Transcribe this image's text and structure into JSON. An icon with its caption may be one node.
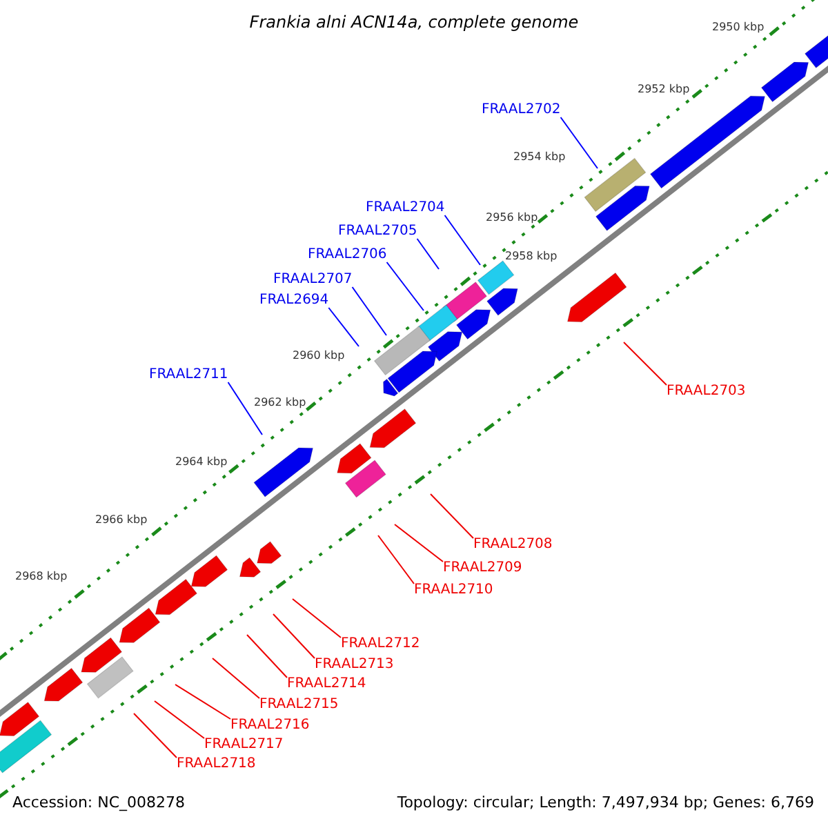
{
  "diagram": {
    "title": "Frankia alni ACN14a, complete genome",
    "nodes": [
      {
        "text": [
          "FRAAL2702"
        ]
      },
      {
        "text": [
          "FRAAL2704"
        ]
      },
      {
        "text": [
          "FRAAL2705"
        ]
      },
      {
        "text": [
          "FRAAL2706"
        ]
      },
      {
        "text": [
          "FRAAL2707"
        ]
      },
      {
        "text": [
          "FRAL2694"
        ]
      },
      {
        "text": [
          "FRAAL2711"
        ]
      },
      {
        "text": [
          "FRAAL2703"
        ]
      },
      {
        "text": [
          "FRAAL2708"
        ]
      },
      {
        "text": [
          "FRAAL2709"
        ]
      },
      {
        "text": [
          "FRAAL2710"
        ]
      },
      {
        "text": [
          "FRAAL2712"
        ]
      },
      {
        "text": [
          "FRAAL2713"
        ]
      },
      {
        "text": [
          "FRAAL2714"
        ]
      },
      {
        "text": [
          "FRAAL2715"
        ]
      },
      {
        "text": [
          "FRAAL2716"
        ]
      },
      {
        "text": [
          "FRAAL2717"
        ]
      },
      {
        "text": [
          "FRAAL2718"
        ]
      }
    ],
    "edges": [
      {
        "from": 0,
        "to": null,
        "arrow": "none",
        "color": "#0000ff"
      },
      {
        "from": 1,
        "to": null,
        "arrow": "none",
        "color": "#0000ff"
      },
      {
        "from": 2,
        "to": null,
        "arrow": "none",
        "color": "#0000ff"
      },
      {
        "from": 3,
        "to": null,
        "arrow": "none",
        "color": "#0000ff"
      },
      {
        "from": 4,
        "to": null,
        "arrow": "none",
        "color": "#0000ff"
      },
      {
        "from": 5,
        "to": null,
        "arrow": "none",
        "color": "#0000ff"
      },
      {
        "from": 6,
        "to": null,
        "arrow": "none",
        "color": "#0000ff"
      },
      {
        "from": 7,
        "to": null,
        "arrow": "none"
      },
      {
        "from": 8,
        "to": null,
        "arrow": "none"
      },
      {
        "from": 9,
        "to": null,
        "arrow": "none"
      },
      {
        "from": 10,
        "to": null,
        "arrow": "none"
      },
      {
        "from": 11,
        "to": null,
        "arrow": "none"
      },
      {
        "from": 12,
        "to": null,
        "arrow": "none"
      },
      {
        "from": 13,
        "to": null,
        "arrow": "none"
      },
      {
        "from": 14,
        "to": null,
        "arrow": "none"
      },
      {
        "from": 15,
        "to": null,
        "arrow": "none"
      },
      {
        "from": 16,
        "to": null,
        "arrow": "none"
      },
      {
        "from": 17,
        "to": null,
        "arrow": "none"
      }
    ],
    "labels": [
      "2950 kbp",
      "2952 kbp",
      "2954 kbp",
      "2956 kbp",
      "2958 kbp",
      "2960 kbp",
      "2962 kbp",
      "2964 kbp",
      "2966 kbp",
      "2968 kbp",
      "Accession: NC_008278",
      "Topology: circular; Length: 7,497,934 bp; Genes: 6,769"
    ]
  }
}
